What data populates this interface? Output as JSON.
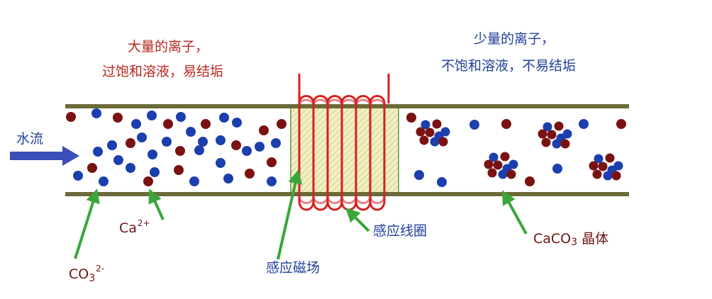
{
  "texts": {
    "left_line1": "大量的离子，",
    "left_line2": "过饱和溶液，易结垢",
    "right_line1": "少量的离子，",
    "right_line2": "不饱和溶液，不易结垢",
    "water_flow": "水流",
    "ca_base": "Ca",
    "ca_sup": "2+",
    "co3_base": "CO",
    "co3_sub": "3",
    "co3_sup": "2-",
    "induction_coil": "感应线圈",
    "induction_field": "感应磁场",
    "caco3_base": "CaCO",
    "caco3_sub": "3",
    "caco3_suffix": " 晶体"
  },
  "colors": {
    "ca_ion": "#7a1212",
    "co3_ion": "#1c3fae",
    "pipe_wall": "#6b6b3a",
    "coil": "#d62020",
    "field_fill": "#f3efc2",
    "field_hatch": "#5f9a3a",
    "pointer_arrow": "#3aa63a",
    "flow_arrow": "#3a4fb8"
  },
  "ions": {
    "left": [
      [
        "ca",
        100,
        165
      ],
      [
        "co3",
        136,
        160
      ],
      [
        "ca",
        166,
        166
      ],
      [
        "co3",
        214,
        163
      ],
      [
        "co3",
        255,
        165
      ],
      [
        "co3",
        316,
        166
      ],
      [
        "co3",
        192,
        175
      ],
      [
        "ca",
        237,
        175
      ],
      [
        "co3",
        269,
        186
      ],
      [
        "ca",
        290,
        175
      ],
      [
        "co3",
        334,
        173
      ],
      [
        "ca",
        372,
        184
      ],
      [
        "ca",
        397,
        175
      ],
      [
        "co3",
        200,
        194
      ],
      [
        "co3",
        235,
        200
      ],
      [
        "ca",
        184,
        202
      ],
      [
        "co3",
        286,
        200
      ],
      [
        "co3",
        311,
        198
      ],
      [
        "co3",
        158,
        205
      ],
      [
        "co3",
        366,
        207
      ],
      [
        "co3",
        389,
        202
      ],
      [
        "co3",
        348,
        213
      ],
      [
        "co3",
        138,
        214
      ],
      [
        "co3",
        215,
        218
      ],
      [
        "ca",
        254,
        213
      ],
      [
        "co3",
        281,
        212
      ],
      [
        "ca",
        333,
        205
      ],
      [
        "co3",
        167,
        226
      ],
      [
        "co3",
        184,
        237
      ],
      [
        "ca",
        130,
        237
      ],
      [
        "co3",
        311,
        230
      ],
      [
        "ca",
        383,
        229
      ],
      [
        "co3",
        218,
        243
      ],
      [
        "co3",
        110,
        248
      ],
      [
        "ca",
        252,
        240
      ],
      [
        "co3",
        146,
        256
      ],
      [
        "co3",
        274,
        256
      ],
      [
        "ca",
        209,
        256
      ],
      [
        "co3",
        322,
        252
      ],
      [
        "ca",
        352,
        245
      ],
      [
        "co3",
        383,
        256
      ]
    ],
    "right": [
      [
        "ca",
        580,
        166
      ],
      [
        "co3",
        669,
        176
      ],
      [
        "ca",
        714,
        175
      ],
      [
        "co3",
        823,
        175
      ],
      [
        "ca",
        876,
        175
      ],
      [
        "co3",
        591,
        247
      ],
      [
        "co3",
        623,
        257
      ],
      [
        "co3",
        786,
        238
      ],
      [
        "ca",
        747,
        256
      ]
    ],
    "clusters": [
      [
        610,
        188
      ],
      [
        706,
        234
      ],
      [
        782,
        191
      ],
      [
        854,
        236
      ]
    ]
  },
  "markers": [
    "label-co3",
    "label-ca",
    "label-induction-field",
    "label-induction-coil",
    "label-caco3"
  ]
}
